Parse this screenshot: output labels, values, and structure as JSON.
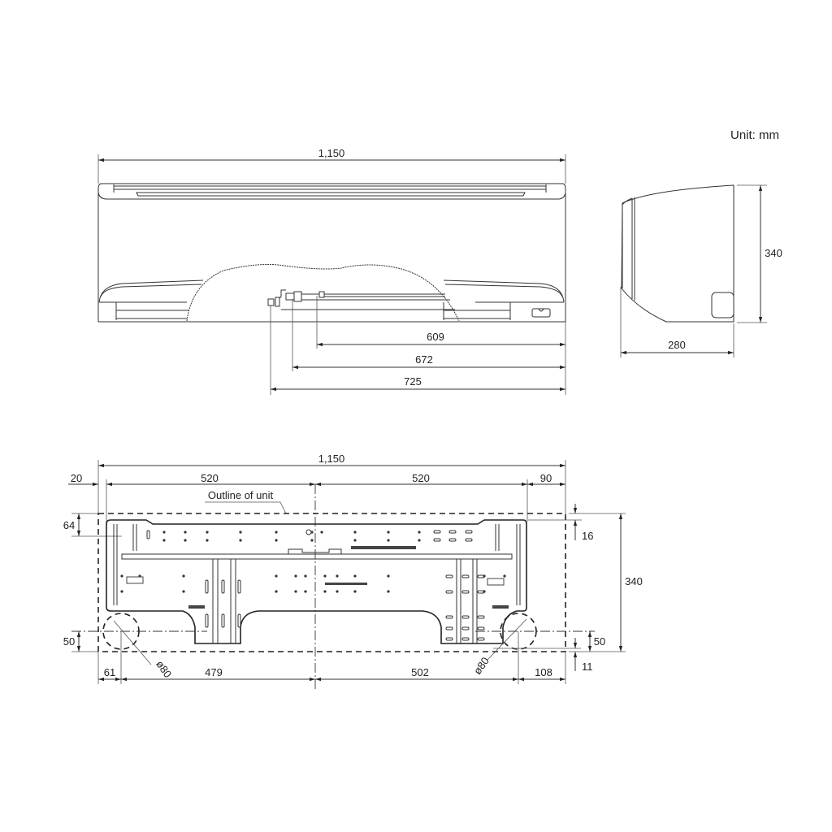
{
  "unit_label": "Unit: mm",
  "front_view": {
    "width": "1,150",
    "pipe_dims": [
      "609",
      "672",
      "725"
    ]
  },
  "side_view": {
    "height": "340",
    "depth": "280"
  },
  "mounting_plate": {
    "overall_width": "1,150",
    "left_offset": "20",
    "left_span": "520",
    "right_span": "520",
    "right_offset": "90",
    "outline_label": "Outline of unit",
    "top_offset_left": "64",
    "top_offset_right": "16",
    "height": "340",
    "hole_offset_left_v": "50",
    "hole_offset_right_v": "50",
    "bottom_offset_right": "11",
    "hole_left_x": "61",
    "span_left_bottom": "479",
    "span_right_bottom": "502",
    "hole_right_x": "108",
    "hole_diameter_left": "ø80",
    "hole_diameter_right": "ø80"
  }
}
